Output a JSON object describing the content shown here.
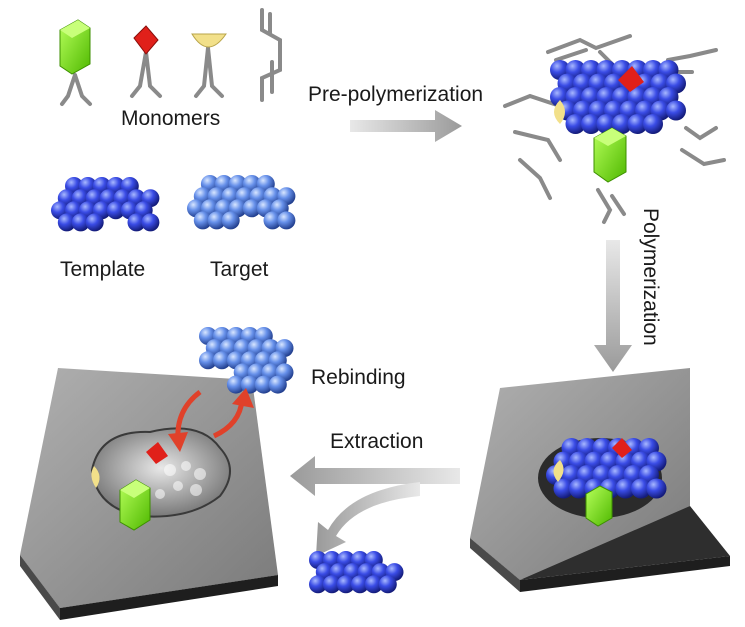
{
  "labels": {
    "monomers": "Monomers",
    "pre_polymerization": "Pre-polymerization",
    "template": "Template",
    "target": "Target",
    "polymerization": "Polymerization",
    "rebinding": "Rebinding",
    "extraction": "Extraction"
  },
  "colors": {
    "sphere_template": "#2f3fd9",
    "sphere_target": "#5f86e6",
    "monomer_green": "#7ee01e",
    "monomer_red": "#e0201a",
    "monomer_yellow": "#f2e08a",
    "crosslinker_gray": "#8a8a8a",
    "slab_top": "#8c8c8c",
    "slab_side": "#3a3a3a",
    "arrow_gray": "#a8a8a8",
    "rebinding_arrow": "#e0412a"
  }
}
